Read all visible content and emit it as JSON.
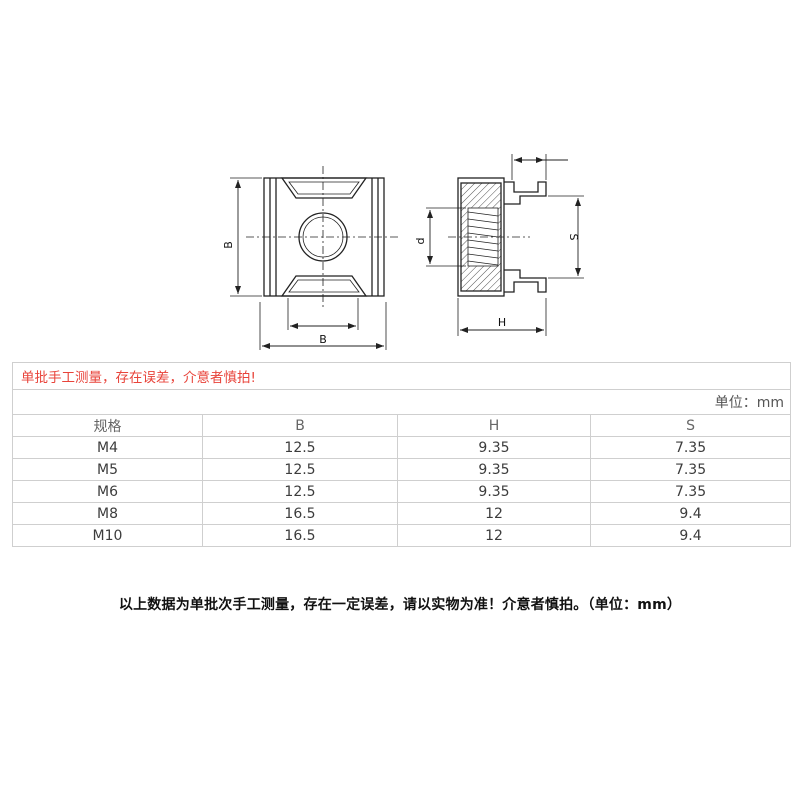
{
  "drawing": {
    "labels": {
      "B_side": "B",
      "B_bottom": "B",
      "d": "d",
      "S": "S",
      "H": "H"
    }
  },
  "table": {
    "warning": "单批手工测量，存在误差，介意者慎拍!",
    "unit": "单位：mm",
    "headers": [
      "规格",
      "B",
      "H",
      "S"
    ],
    "rows": [
      [
        "M4",
        "12.5",
        "9.35",
        "7.35"
      ],
      [
        "M5",
        "12.5",
        "9.35",
        "7.35"
      ],
      [
        "M6",
        "12.5",
        "9.35",
        "7.35"
      ],
      [
        "M8",
        "16.5",
        "12",
        "9.4"
      ],
      [
        "M10",
        "16.5",
        "12",
        "9.4"
      ]
    ]
  },
  "footer_note": "以上数据为单批次手工测量，存在一定误差，请以实物为准！介意者慎拍。（单位：mm）",
  "colors": {
    "warning": "#e8433a",
    "grid": "#cfcfcf",
    "text": "#3c3c3c"
  }
}
